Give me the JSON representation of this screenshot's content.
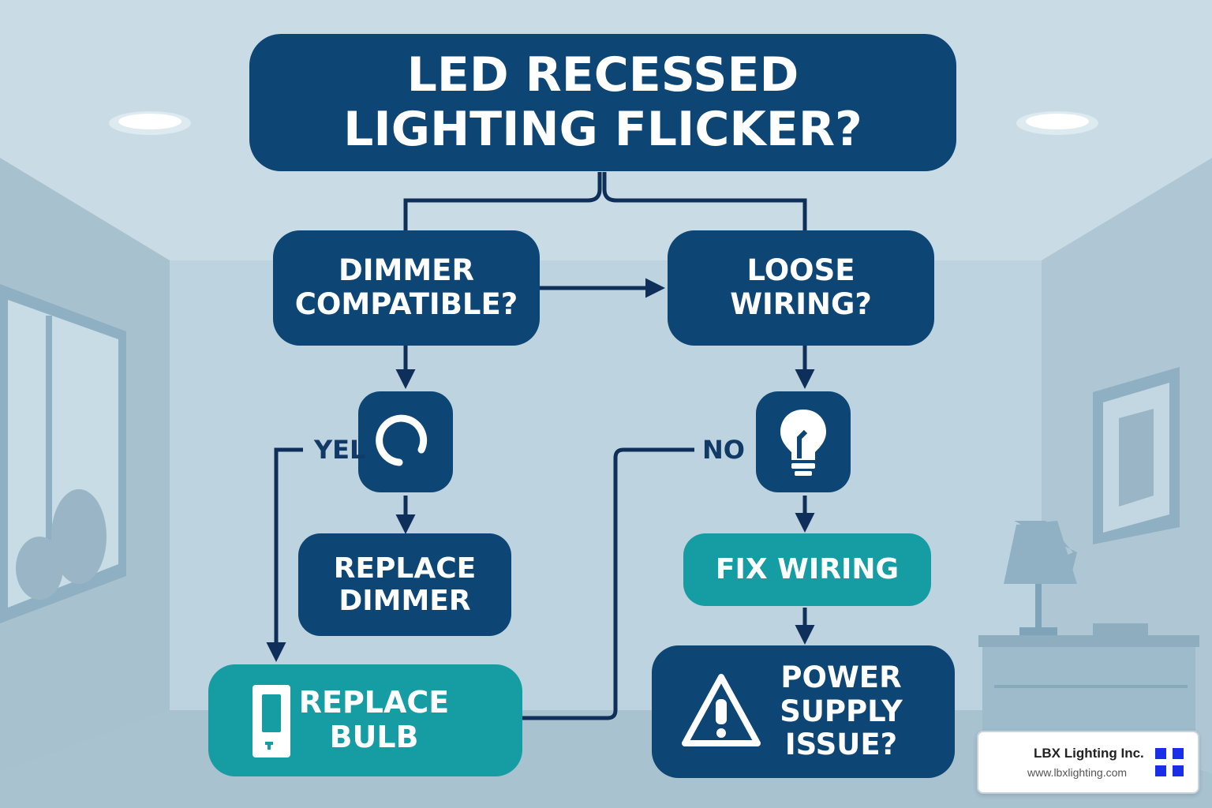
{
  "title": "LED RECESSED LIGHTING FLICKER?",
  "nodes": {
    "dimmer": "DIMMER COMPATIBLE?",
    "loose": "LOOSE WIRING?",
    "replace_dimmer": "REPLACE DIMMER",
    "fix_wiring": "FIX WIRING",
    "replace_bulb": "REPLACE BULB",
    "power": "POWER SUPPLY ISSUE?"
  },
  "labels": {
    "yes": "YEL",
    "no": "NO"
  },
  "icons": {
    "yes_node": "circle-arrow-icon",
    "no_node": "lightbulb-icon",
    "bulb_box": "light-switch-icon",
    "power_box": "warning-triangle-icon"
  },
  "brand": {
    "name": "LBX Lighting Inc.",
    "url": "www.lbxlighting.com"
  },
  "colors": {
    "navy": "#0d4575",
    "teal": "#169da3",
    "line": "#0e2f5a",
    "background": "#b8cedb"
  }
}
